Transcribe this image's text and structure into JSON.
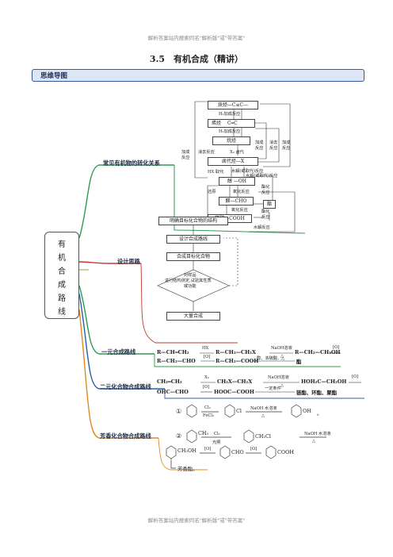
{
  "watermark": "解析答案站内搜索同名\"解析版\"或\"带答案\"",
  "title": "3.5　有机合成（精讲）",
  "section": "思维导图",
  "center": [
    "有",
    "机",
    "合",
    "成",
    "路",
    "线"
  ],
  "branches": {
    "b1": "常见有机物的转化关系",
    "b2": "设计思路",
    "b3": "一元合成路线",
    "b4": "二元化合物合成路线",
    "b5": "芳香化合物合成路线"
  },
  "conv": {
    "alkyne": "炔烃—C≡C—",
    "alkene": "烯烃",
    "alkene_group": "C═C",
    "alkane": "烷烃",
    "halide": "卤代烃—X",
    "alcohol": "醇 —OH",
    "aldehyde": "醛—CHO",
    "acid": "羧酸—COOH",
    "ester": "酯",
    "r_h2_add1": "H₂加成反应",
    "r_h2_add2": "H₂加成反应",
    "r_add_left": "加成",
    "r_add_left2": "反应",
    "r_elim": "消去反应",
    "r_x2_sub": "X₂ 卤代",
    "r_add_mid": "加成",
    "r_add_mid2": "反应",
    "r_elim_right": "消去",
    "r_elim_right2": "反应",
    "r_add_right": "加成",
    "r_add_right2": "反应",
    "r_hx": "HX 取代",
    "r_hydrolysis1": "水解(或取代)反应",
    "r_hydrolysis2": "水解(或取代)反应",
    "r_reduce": "还原",
    "r_oxid1": "氧化反应",
    "r_esterif1": "酯化",
    "r_esterif1b": "反应",
    "r_oxid2": "氧化反应",
    "r_esterif2": "酯化",
    "r_esterif2b": "反应",
    "r_hydrolysis3": "水解反应"
  },
  "design": {
    "s1": "明确目标化合物的结构",
    "s2": "设计合成路线",
    "s3": "合成目标化合物",
    "s4a": "对样品",
    "s4b": "进行结构测定,试验其性质",
    "s4c": "或功能",
    "s5": "大量合成"
  },
  "mono": {
    "l1_a": "R—CH═CH₂",
    "l1_r1": "HX",
    "l1_b": "R—CH₂—CH₂X",
    "l1_r2": "NaOH溶液",
    "l1_r2b": "△",
    "l1_c": "R—CH₂—CH₂OH",
    "l1_r3": "[O]",
    "l2_a": "R—CH₂—CHO",
    "l2_r1": "[O]",
    "l2_b": "R—CH₂—COOH",
    "l2_r2": "醇、浓硫酸、△",
    "l2_c": "酯"
  },
  "di": {
    "l1_a": "CH₂═CH₂",
    "l1_r1": "X₂",
    "l1_b": "CH₂X—CH₂X",
    "l1_r2": "NaOH溶液",
    "l1_r2b": "△",
    "l1_c": "HOH₂C—CH₂OH",
    "l1_r3": "[O]",
    "l2_a": "OHC—CHO",
    "l2_r1": "[O]",
    "l2_b": "HOOC—COOH",
    "l2_r2": "一定条件",
    "l2_c": "链酯、环酯、聚酯"
  },
  "arom": {
    "n1": "①",
    "r1_top": "Cl₂",
    "r1_bot": "FeCl₃",
    "p1_sub": "Cl",
    "r2_top": "NaOH 水溶液",
    "r2_bot": "△",
    "p2_sub": "OH",
    "n2": "②",
    "m1_sub": "CH₃",
    "r3_top": "Cl₂",
    "r3_bot": "光照",
    "m2_sub": "CH₂Cl",
    "r4_top": "NaOH 水溶液",
    "r4_bot": "△",
    "m3_sub": "CH₂OH",
    "r5": "[O]",
    "m4_sub": "CHO",
    "r6": "[O]",
    "m5_sub": "COOH",
    "final": "芳香酯。",
    "dot": "。"
  },
  "colors": {
    "green": "#2e9b4e",
    "red": "#c0392b",
    "blue": "#2c5ea8",
    "orange": "#e08a1e",
    "olive": "#8aa63a"
  }
}
